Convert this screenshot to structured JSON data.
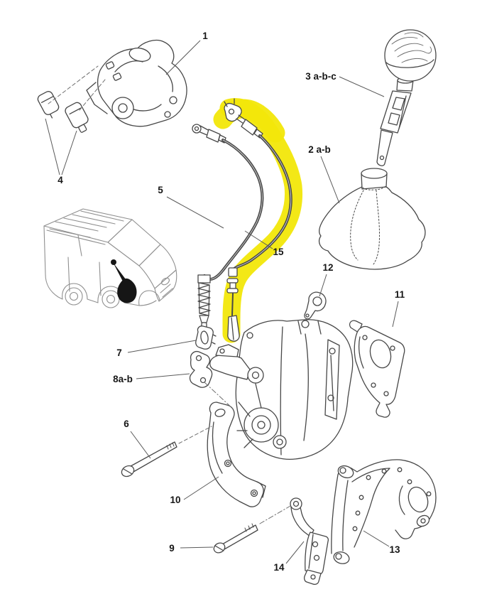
{
  "figure": {
    "background": "#ffffff",
    "line_color": "#474747",
    "car_line_color": "#8f8f8f",
    "label_color": "#161616",
    "highlight_color": "#f2e70a"
  },
  "callouts": [
    {
      "label": "1"
    },
    {
      "label": "2 a-b"
    },
    {
      "label": "3 a-b-c"
    },
    {
      "label": "4"
    },
    {
      "label": "5"
    },
    {
      "label": "6"
    },
    {
      "label": "7"
    },
    {
      "label": "8a-b"
    },
    {
      "label": "9"
    },
    {
      "label": "10"
    },
    {
      "label": "11"
    },
    {
      "label": "12"
    },
    {
      "label": "13"
    },
    {
      "label": "14"
    },
    {
      "label": "15"
    }
  ],
  "highlighted_callout": "15"
}
